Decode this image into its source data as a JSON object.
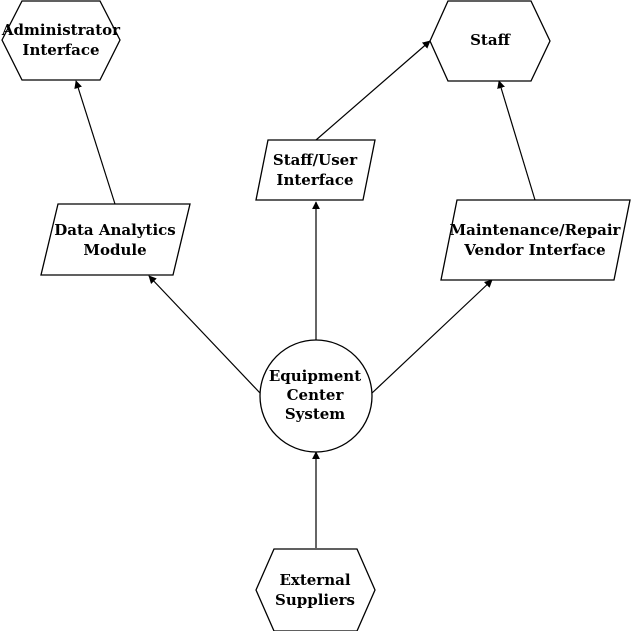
{
  "diagram": {
    "nodes": {
      "admin": {
        "lines": [
          "Administrator",
          "Interface"
        ],
        "shape": "hexagon"
      },
      "staff": {
        "lines": [
          "Staff"
        ],
        "shape": "hexagon"
      },
      "data_analytics": {
        "lines": [
          "Data Analytics",
          "Module"
        ],
        "shape": "parallelogram"
      },
      "staff_user": {
        "lines": [
          "Staff/User",
          "Interface"
        ],
        "shape": "parallelogram"
      },
      "maintenance": {
        "lines": [
          "Maintenance/Repair",
          "Vendor Interface"
        ],
        "shape": "parallelogram"
      },
      "equipment": {
        "lines": [
          "Equipment",
          "Center",
          "System"
        ],
        "shape": "circle"
      },
      "suppliers": {
        "lines": [
          "External",
          "Suppliers"
        ],
        "shape": "hexagon"
      }
    },
    "edges": [
      {
        "from": "suppliers",
        "to": "equipment"
      },
      {
        "from": "equipment",
        "to": "data_analytics"
      },
      {
        "from": "equipment",
        "to": "staff_user"
      },
      {
        "from": "equipment",
        "to": "maintenance"
      },
      {
        "from": "data_analytics",
        "to": "admin"
      },
      {
        "from": "staff_user",
        "to": "staff"
      },
      {
        "from": "maintenance",
        "to": "staff"
      }
    ]
  }
}
